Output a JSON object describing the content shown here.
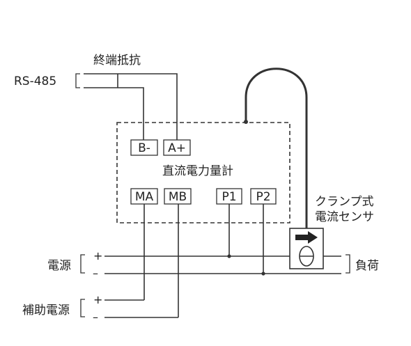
{
  "diagram": {
    "labels": {
      "terminating_resistor": "終端抵抗",
      "rs485": "RS-485",
      "meter": "直流電力量計",
      "sensor_line1": "クランプ式",
      "sensor_line2": "電流センサ",
      "power_supply": "電源",
      "aux_power_supply": "補助電源",
      "load": "負荷"
    },
    "terminals": {
      "b_minus": "B-",
      "a_plus": "A+",
      "ma": "MA",
      "mb": "MB",
      "p1": "P1",
      "p2": "P2"
    },
    "polarity": {
      "plus": "+",
      "minus": "–"
    },
    "sensor_symbol": "θ"
  }
}
